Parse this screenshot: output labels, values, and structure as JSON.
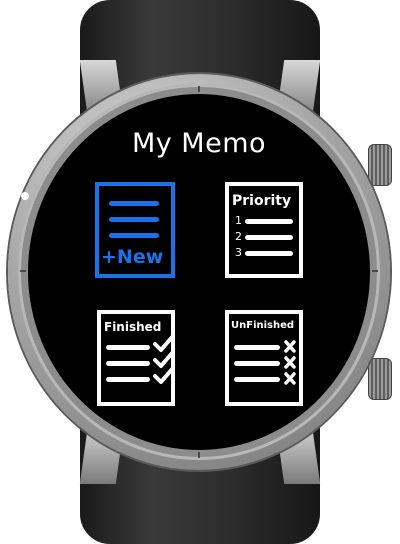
{
  "app": {
    "title": "My Memo"
  },
  "tiles": {
    "new": {
      "label": "+New"
    },
    "priority": {
      "label": "Priority",
      "numbers": [
        "1",
        "2",
        "3"
      ]
    },
    "finished": {
      "label": "Finished"
    },
    "unfinished": {
      "label": "UnFinished"
    }
  },
  "colors": {
    "accent": "#1a73e8",
    "screen": "#000000",
    "foreground": "#ffffff"
  }
}
